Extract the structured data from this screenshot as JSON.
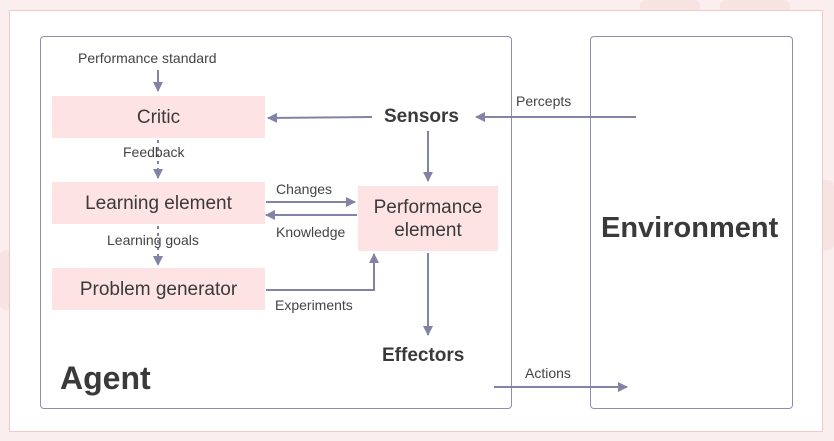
{
  "agent": {
    "title": "Agent",
    "boxes": {
      "critic": "Critic",
      "learning_element": "Learning element",
      "problem_generator": "Problem generator",
      "performance_element": "Performance element"
    },
    "nodes": {
      "sensors": "Sensors",
      "effectors": "Effectors"
    },
    "edge_labels": {
      "performance_standard": "Performance standard",
      "feedback": "Feedback",
      "learning_goals": "Learning goals",
      "changes": "Changes",
      "knowledge": "Knowledge",
      "experiments": "Experiments"
    }
  },
  "environment": {
    "title": "Environment",
    "percepts": "Percepts",
    "actions": "Actions"
  },
  "colors": {
    "box_fill": "#fde3e4",
    "arrow": "#8383a8",
    "container_border": "#8e8eae",
    "text": "#3a3a3a"
  }
}
